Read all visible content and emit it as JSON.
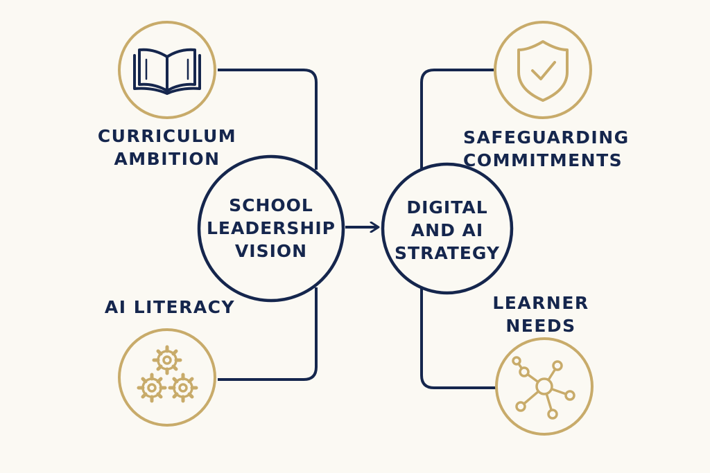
{
  "hubs": {
    "left": {
      "lines": [
        "SCHOOL",
        "LEADERSHIP",
        "VISION"
      ]
    },
    "right": {
      "lines": [
        "DIGITAL",
        "AND AI",
        "STRATEGY"
      ]
    }
  },
  "nodes": {
    "curriculum": {
      "lines": [
        "CURRICULUM",
        "AMBITION"
      ],
      "icon": "open-book-icon"
    },
    "ai_literacy": {
      "lines": [
        "AI LITERACY"
      ],
      "icon": "gears-icon"
    },
    "safeguarding": {
      "lines": [
        "SAFEGUARDING",
        "COMMITMENTS"
      ],
      "icon": "shield-check-icon"
    },
    "learner_needs": {
      "lines": [
        "LEARNER",
        "NEEDS"
      ],
      "icon": "network-nodes-icon"
    }
  },
  "colors": {
    "navy": "#15264d",
    "gold": "#c8ab6a",
    "background": "#fbf9f3"
  }
}
